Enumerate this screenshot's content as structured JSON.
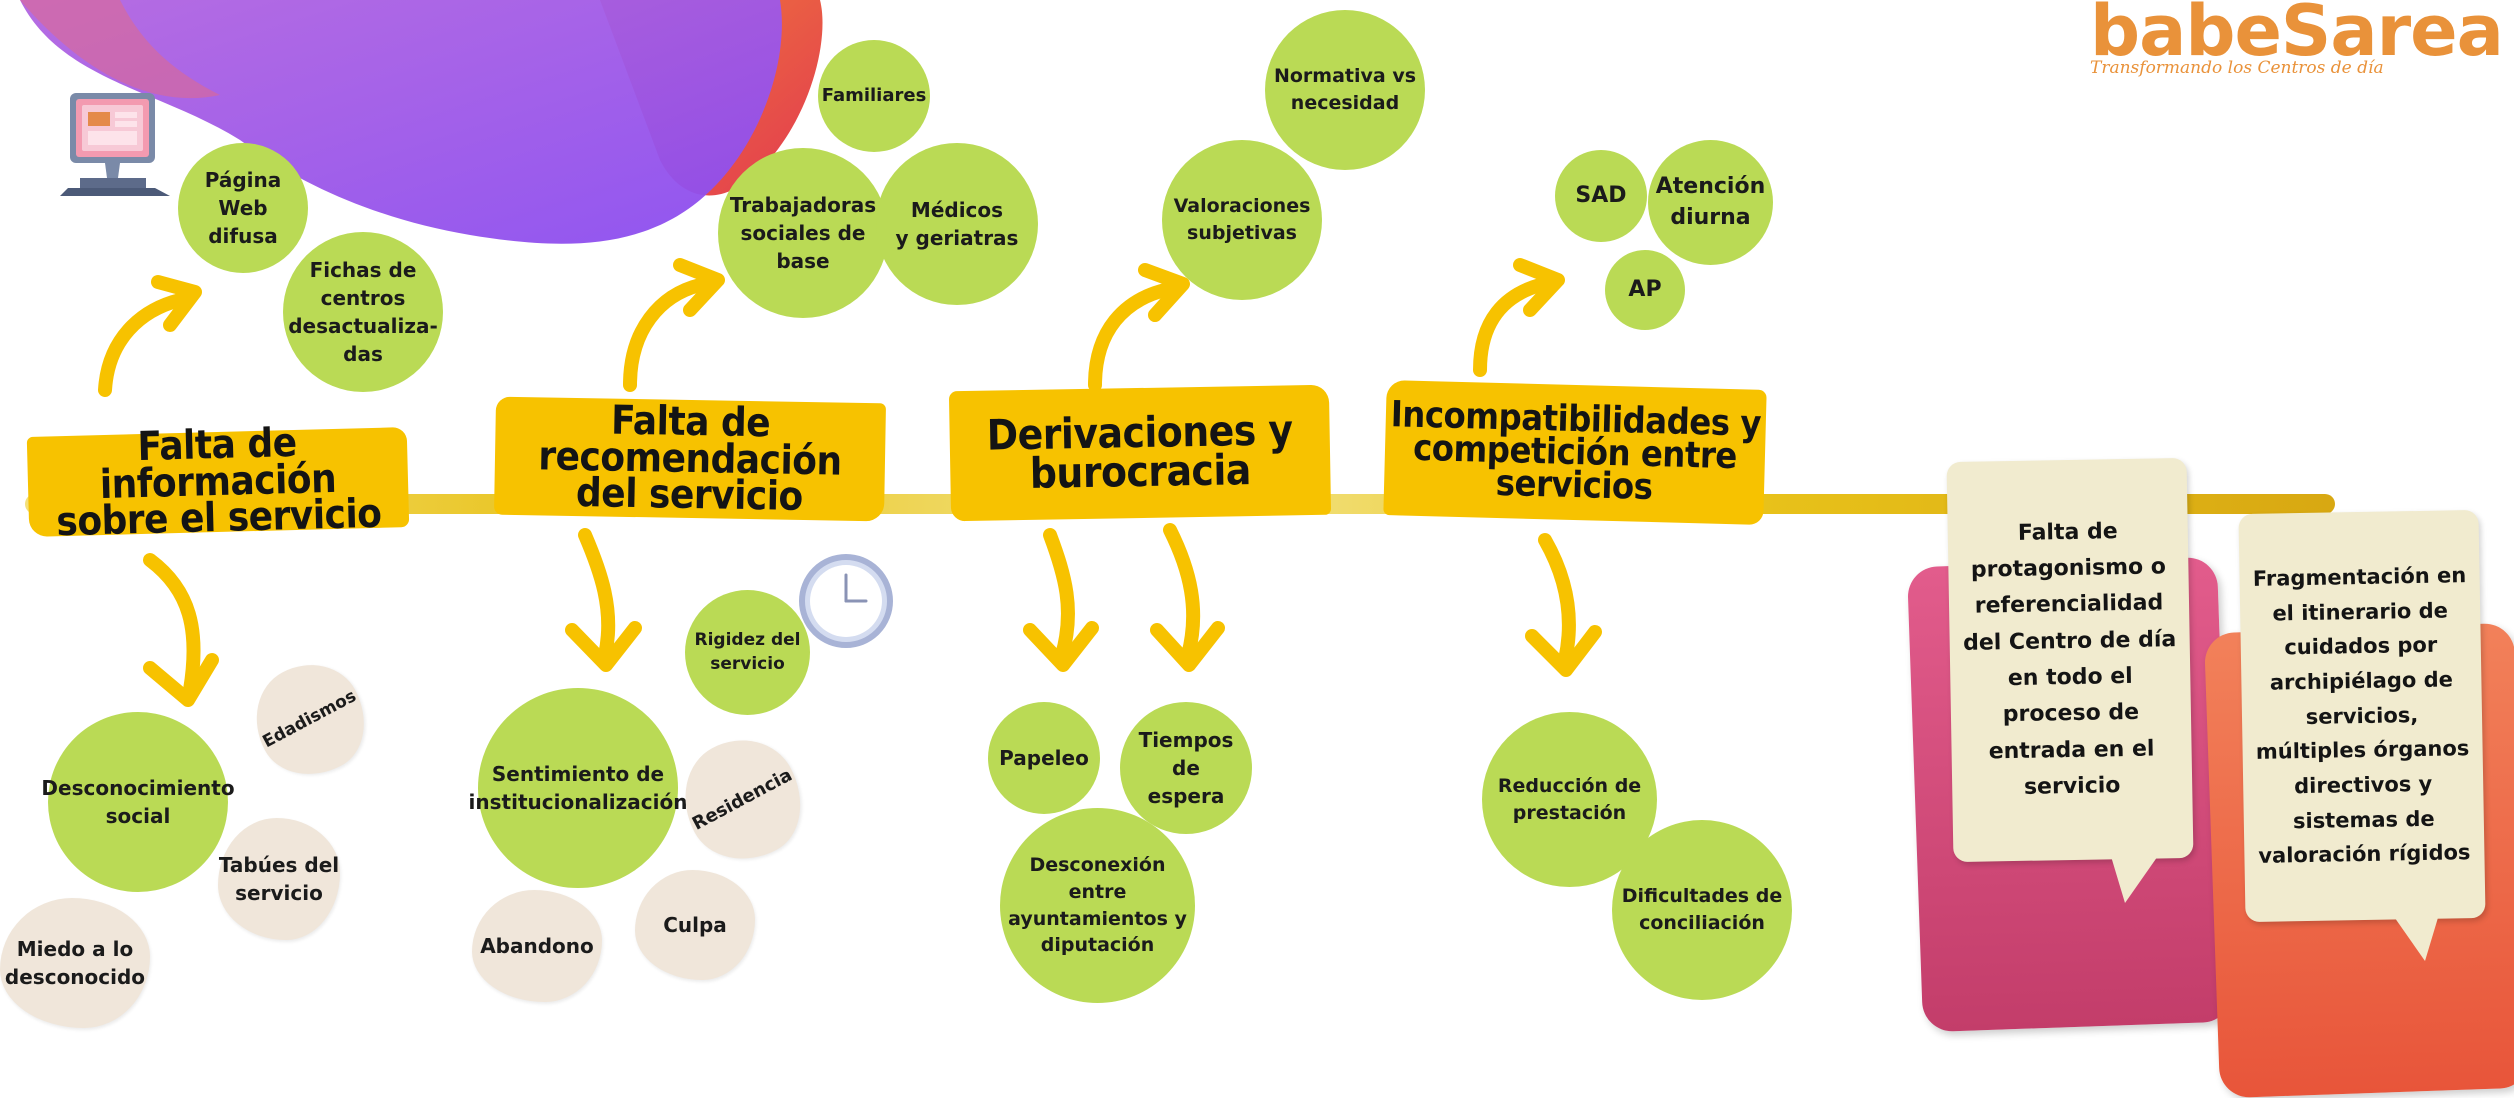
{
  "logo": {
    "name": "babeSarea",
    "tagline": "Transformando los Centros de día"
  },
  "sections": [
    {
      "title": "Falta de información\nsobre el servicio",
      "upper": [
        "Página Web\ndifusa",
        "Fichas de\ncentros\ndesactualiza-\ndas"
      ],
      "lower_circles": [
        "Desconocimiento\nsocial"
      ],
      "lower_bubbles": [
        "Edadismos",
        "Tabúes del\nservicio",
        "Miedo a lo\ndesconocido"
      ]
    },
    {
      "title": "Falta de recomendación\ndel servicio",
      "upper": [
        "Familiares",
        "Trabajadoras\nsociales de\nbase",
        "Médicos\ny geriatras"
      ],
      "lower_circles": [
        "Rigidez del\nservicio",
        "Sentimiento de\ninstitucionalización"
      ],
      "lower_bubbles": [
        "Residencia",
        "Abandono",
        "Culpa"
      ]
    },
    {
      "title": "Derivaciones y\nburocracia",
      "upper": [
        "Normativa vs\nnecesidad",
        "Valoraciones\nsubjetivas"
      ],
      "lower_circles": [
        "Papeleo",
        "Tiempos de\nespera",
        "Desconexión\nentre\nayuntamientos y\ndiputación"
      ],
      "lower_bubbles": []
    },
    {
      "title": "Incompatibilidades y\ncompetición entre\nservicios",
      "upper": [
        "SAD",
        "Atención\ndiurna",
        "AP"
      ],
      "lower_circles": [
        "Reducción de\nprestación",
        "Dificultades de\nconciliación"
      ],
      "lower_bubbles": []
    }
  ],
  "outcomes": [
    "Falta de\nprotagonismo o\nreferencialidad\ndel Centro de día\nen todo el\nproceso de\nentrada en el\nservicio",
    "Fragmentación en\nel itinerario de\ncuidados por\narchipiélago de\nservicios,\nmúltiples órganos\ndirectivos y\nsistemas de\nvaloración rígidos"
  ],
  "colors": {
    "circle": "#bada55",
    "banner": "#f7c200",
    "spine": "#e8c21a",
    "arrow": "#f7c200",
    "bubble": "#f0e6da",
    "callout": "#f1ebcf",
    "box_pink": "#d24a78",
    "box_orange": "#ef6a3c",
    "blob_purple": "#9a55e6",
    "blob_red": "#e85a3a",
    "logo": "#e9923a"
  }
}
